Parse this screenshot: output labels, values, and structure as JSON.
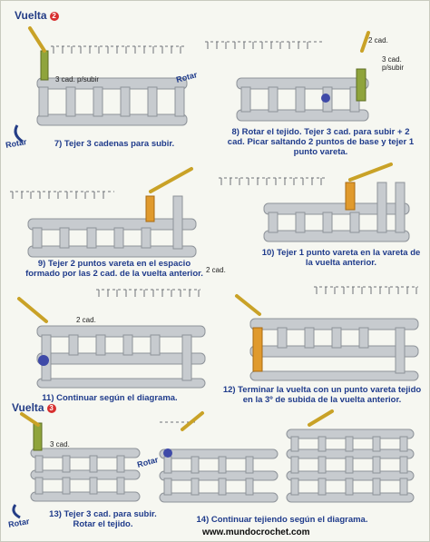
{
  "section1": {
    "title": "Vuelta",
    "number": "2"
  },
  "section2": {
    "title": "Vuelta",
    "number": "3"
  },
  "labels": {
    "cad3_subir": "3 cad. p/subir",
    "rotar": "Rotar",
    "cad2": "2 cad.",
    "cad3": "3 cad."
  },
  "steps": {
    "s7": "7) Tejer 3 cadenas para subir.",
    "s8": "8) Rotar el tejido. Tejer 3 cad. para subir + 2 cad. Picar saltando 2 puntos de base y tejer 1 punto vareta.",
    "s9": "9) Tejer 2 puntos vareta en el espacio formado por las 2 cad. de la vuelta anterior.",
    "s10": "10) Tejer 1 punto vareta en la vareta de la vuelta anterior.",
    "s11": "11) Continuar según el diagrama.",
    "s12": "12) Terminar la vuelta con un punto vareta tejido en la 3º de subida de la vuelta anterior.",
    "s13": "13) Tejer 3 cad. para subir. Rotar el tejido.",
    "s14": "14) Continuar tejiendo según el diagrama."
  },
  "footer": {
    "url": "www.mundocrochet.com"
  },
  "colors": {
    "caption": "#1f3b8b",
    "title": "#243d86",
    "badge": "#d72f2f",
    "yarn": "#a8adb2",
    "green": "#8fa43c",
    "orange": "#e09a2d",
    "blue": "#3f4aa8",
    "hook": "#c9a227"
  }
}
